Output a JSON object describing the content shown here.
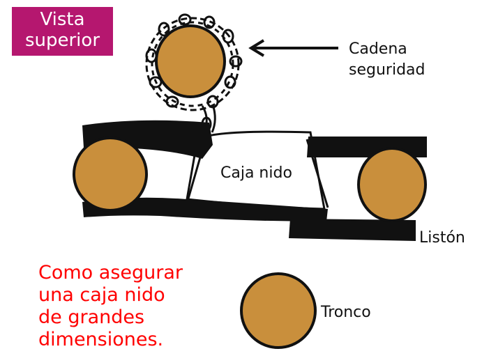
{
  "badge": {
    "line1": "Vista",
    "line2": "superior"
  },
  "labels": {
    "chain_line1": "Cadena",
    "chain_line2": "seguridad",
    "box": "Caja nido",
    "slat": "Listón",
    "trunk": "Tronco"
  },
  "caption": {
    "line1": "Como asegurar",
    "line2": "una caja nido",
    "line3": "de grandes",
    "line4": "dimensiones."
  },
  "colors": {
    "badge_bg": "#b5176f",
    "caption_text": "#ff0000",
    "trunk_fill": "#c98f3c",
    "ink": "#111111"
  }
}
